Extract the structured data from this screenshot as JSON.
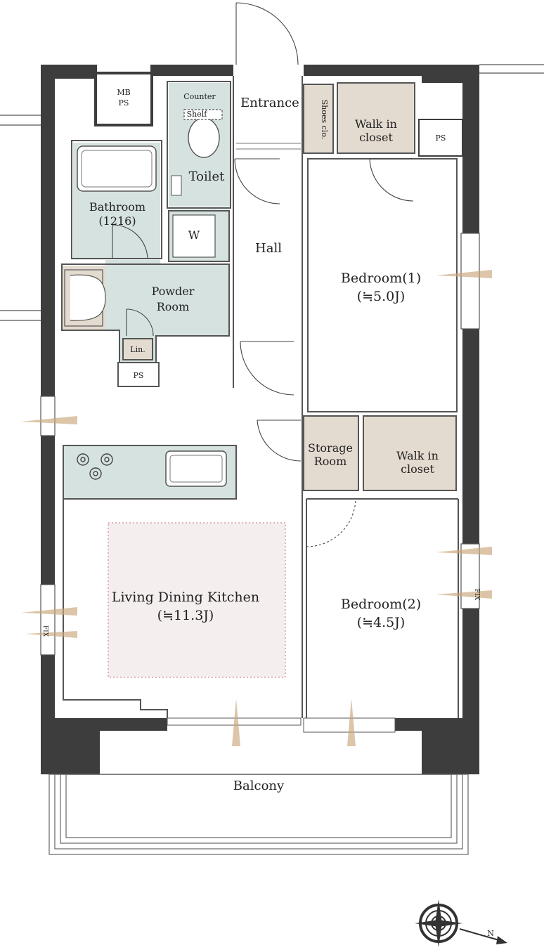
{
  "colors": {
    "wall": "#3d3d3d",
    "wet_area": "#d5e2df",
    "storage": "#e4dbd0",
    "ldk_zone": "#f5eeef",
    "ldk_zone_border": "#c86a80",
    "airflow": "#caa67a"
  },
  "rooms": {
    "mb_ps": {
      "line1": "MB",
      "line2": "PS"
    },
    "counter": "Counter",
    "shelf": "Shelf",
    "entrance": "Entrance",
    "shoes_closet": "Shoes clo.",
    "walk_in_closet_1": {
      "line1": "Walk in",
      "line2": "closet"
    },
    "ps_right": "PS",
    "toilet": "Toilet",
    "bathroom": {
      "line1": "Bathroom",
      "line2": "(1216)"
    },
    "washer": "W",
    "hall": "Hall",
    "bedroom_1": {
      "line1": "Bedroom(1)",
      "line2": "(≒5.0J)"
    },
    "powder_room": {
      "line1": "Powder",
      "line2": "Room"
    },
    "linen": "Lin.",
    "ps_left": "PS",
    "storage_room": {
      "line1": "Storage",
      "line2": "Room"
    },
    "walk_in_closet_2": {
      "line1": "Walk in",
      "line2": "closet"
    },
    "ldk": {
      "line1": "Living Dining Kitchen",
      "line2": "(≒11.3J)"
    },
    "bedroom_2": {
      "line1": "Bedroom(2)",
      "line2": "(≒4.5J)"
    },
    "balcony": "Balcony"
  },
  "windows": {
    "fix_left": "FIX",
    "fix_right": "FIX"
  },
  "compass": {
    "north": "N",
    "icon": "compass-rose-icon"
  }
}
